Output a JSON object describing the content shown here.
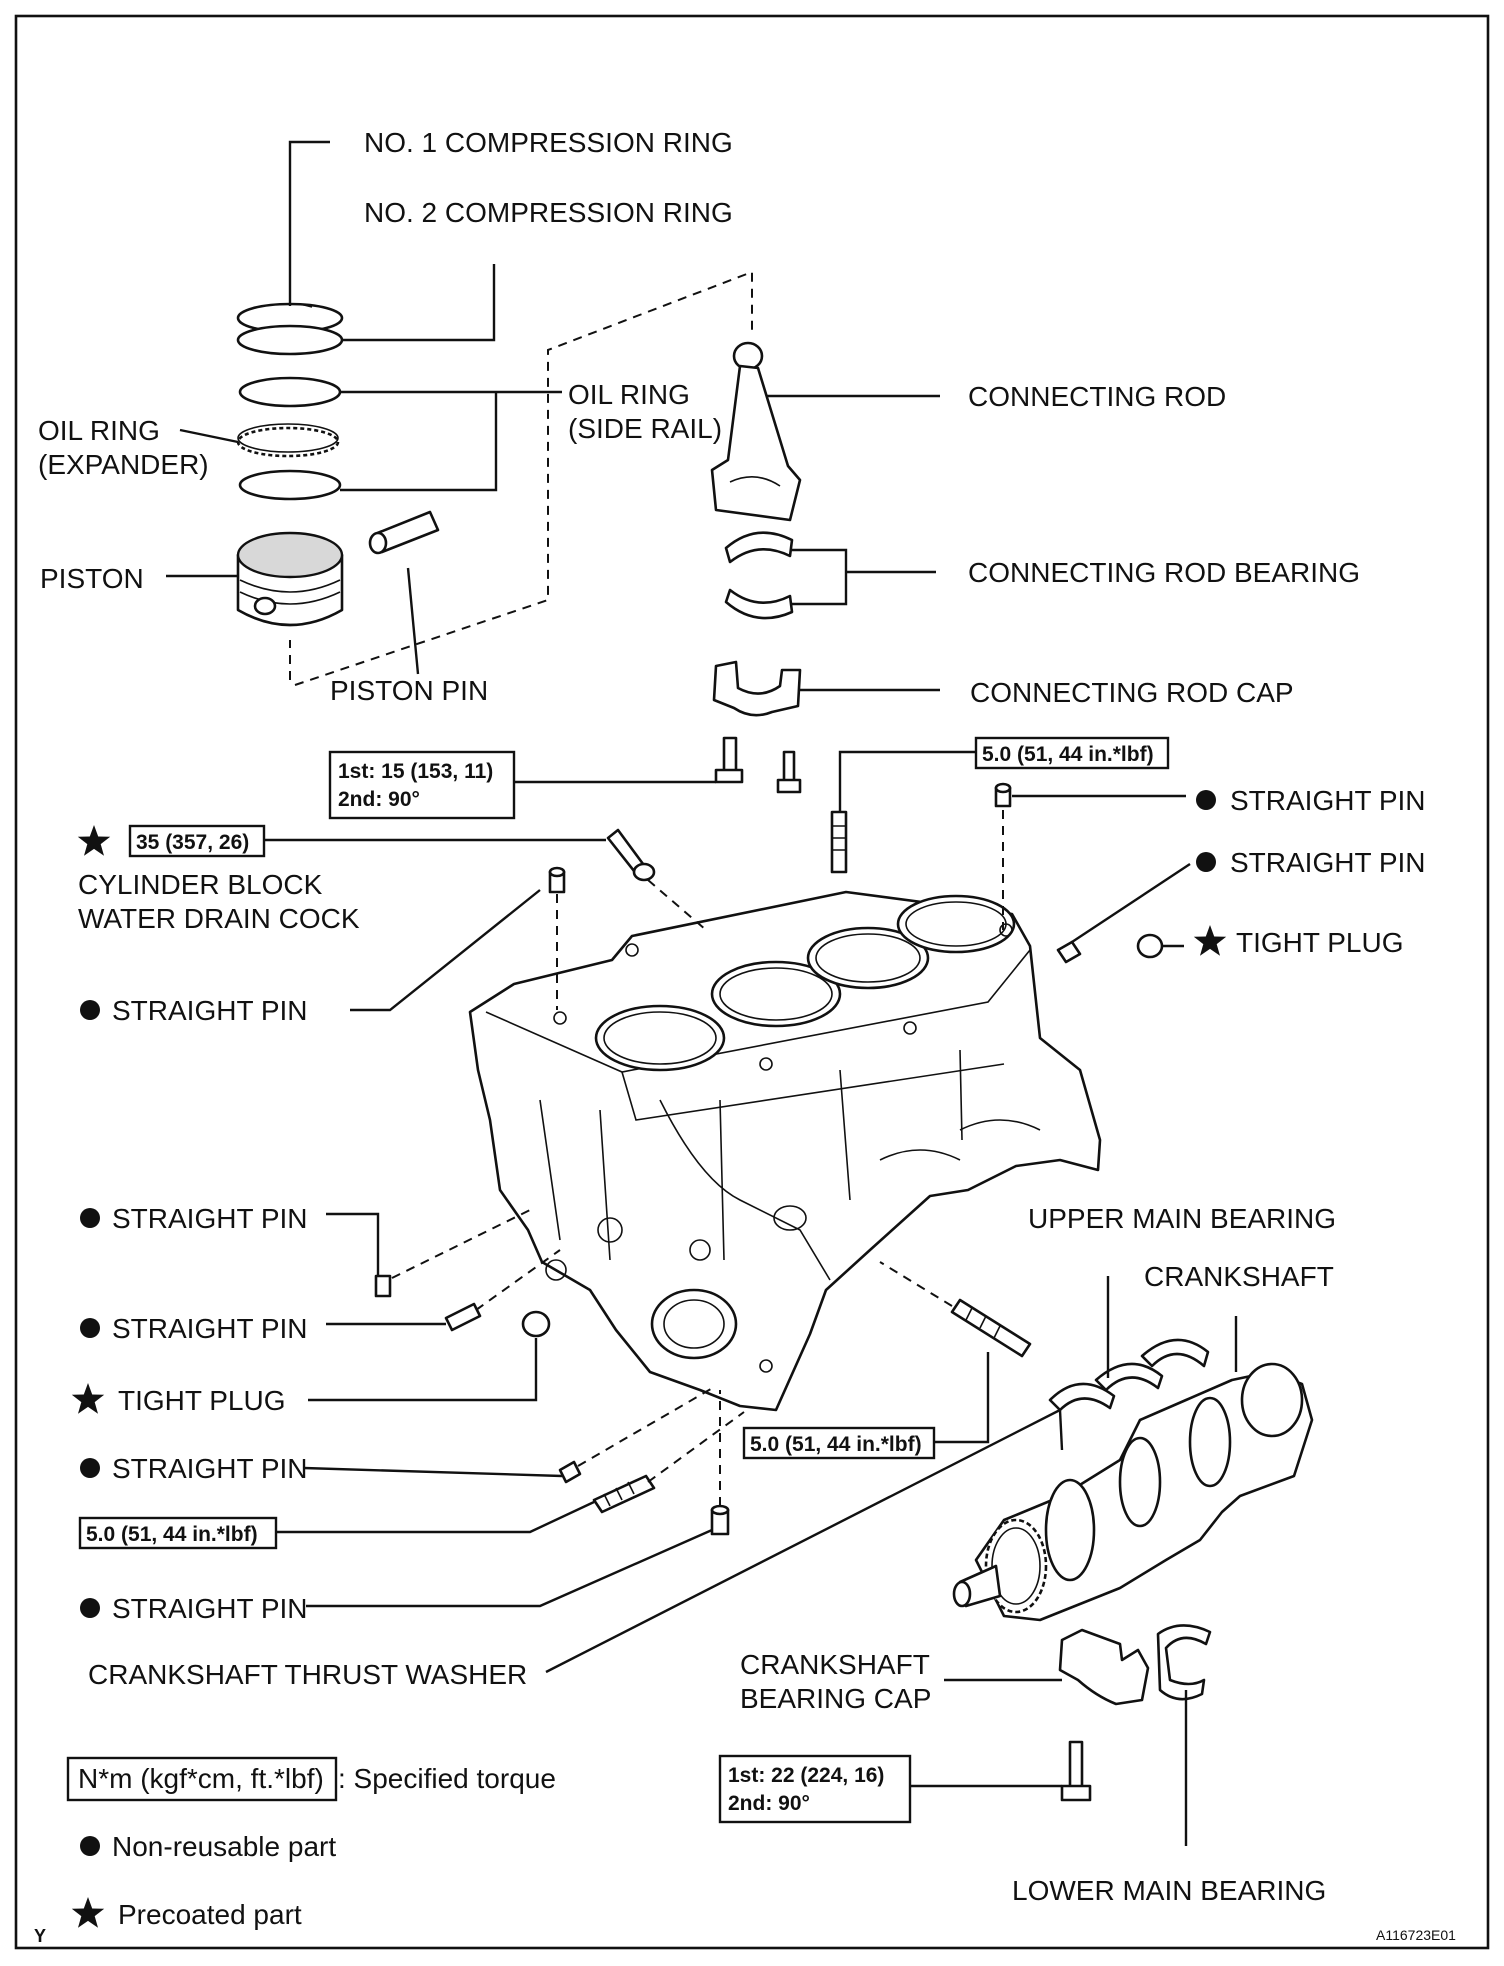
{
  "labels": {
    "no1_ring": "NO. 1 COMPRESSION RING",
    "no2_ring": "NO. 2 COMPRESSION RING",
    "oil_ring_side_1": "OIL RING",
    "oil_ring_side_2": "(SIDE RAIL)",
    "oil_ring_exp_1": "OIL RING",
    "oil_ring_exp_2": "(EXPANDER)",
    "connecting_rod": "CONNECTING ROD",
    "piston": "PISTON",
    "rod_bearing": "CONNECTING ROD BEARING",
    "piston_pin": "PISTON PIN",
    "rod_cap": "CONNECTING ROD CAP",
    "drain_cock_1": "CYLINDER BLOCK",
    "drain_cock_2": "WATER DRAIN COCK",
    "straight_pin": "STRAIGHT PIN",
    "tight_plug": "TIGHT PLUG",
    "upper_main_bearing": "UPPER MAIN BEARING",
    "crankshaft": "CRANKSHAFT",
    "thrust_washer": "CRANKSHAFT THRUST WASHER",
    "bearing_cap_1": "CRANKSHAFT",
    "bearing_cap_2": "BEARING CAP",
    "lower_main_bearing": "LOWER MAIN BEARING"
  },
  "torques": {
    "rod_cap_1": "1st: 15 (153, 11)",
    "rod_cap_2": "2nd: 90°",
    "stud_top": "5.0 (51, 44 in.*lbf)",
    "drain_cock": "35 (357, 26)",
    "stud_right": "5.0 (51, 44 in.*lbf)",
    "stud_left": "5.0 (51, 44 in.*lbf)",
    "bearing_cap_1": "1st: 22 (224, 16)",
    "bearing_cap_2": "2nd: 90°"
  },
  "legend": {
    "torque_unit": "N*m (kgf*cm, ft.*lbf)",
    "torque_desc": ": Specified torque",
    "non_reusable": "Non-reusable part",
    "precoated": "Precoated part"
  },
  "footer": {
    "left_mark": "Y",
    "figure_id": "A116723E01"
  },
  "icons": {
    "non_reusable": "filled-circle-icon",
    "precoated": "star-icon"
  }
}
